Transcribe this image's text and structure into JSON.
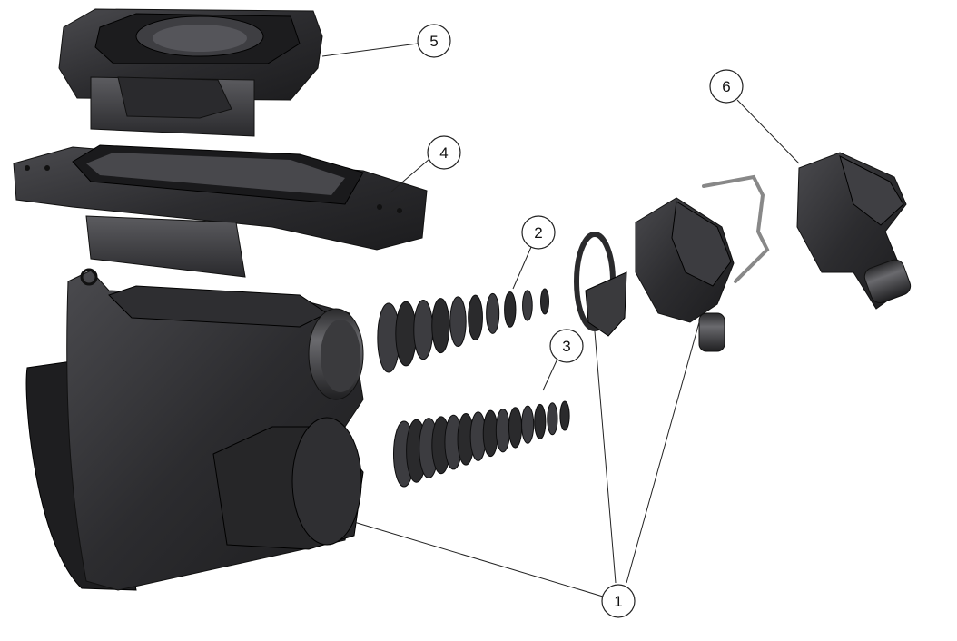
{
  "callouts": [
    {
      "id": "1",
      "label": "1"
    },
    {
      "id": "2",
      "label": "2"
    },
    {
      "id": "3",
      "label": "3"
    },
    {
      "id": "4",
      "label": "4"
    },
    {
      "id": "5",
      "label": "5"
    },
    {
      "id": "6",
      "label": "6"
    }
  ],
  "colors": {
    "part_dark": "#2b2b2b",
    "part_mid": "#3d3d3f",
    "part_light": "#5a5a5e",
    "edge": "#111111",
    "leader": "#222222"
  }
}
